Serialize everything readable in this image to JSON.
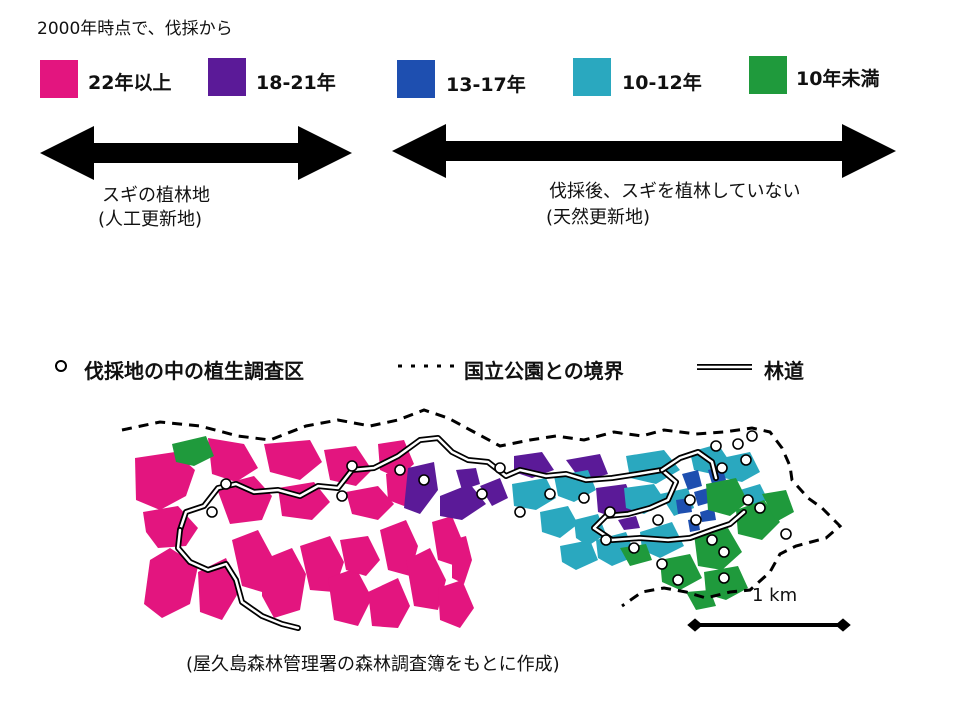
{
  "header": {
    "title": "2000年時点で、伐採から"
  },
  "legend": [
    {
      "label": "22年以上",
      "color": "#e3157f"
    },
    {
      "label": "18-21年",
      "color": "#5b1a98"
    },
    {
      "label": "13-17年",
      "color": "#1e4fb0"
    },
    {
      "label": "10-12年",
      "color": "#2aa8bf"
    },
    {
      "label": "10年未満",
      "color": "#1f9a3c"
    }
  ],
  "groups": {
    "planted": {
      "line1": "スギの植林地",
      "line2": "(人工更新地)"
    },
    "natural": {
      "line1": "伐採後、スギを植林していない",
      "line2": "(天然更新地)"
    }
  },
  "map_legend": {
    "plot_label": "伐採地の中の植生調査区",
    "boundary_label": "国立公園との境界",
    "road_label": "林道"
  },
  "scale": {
    "label": "1 km"
  },
  "source": {
    "text": "(屋久島森林管理署の森林調査簿をもとに作成)"
  }
}
